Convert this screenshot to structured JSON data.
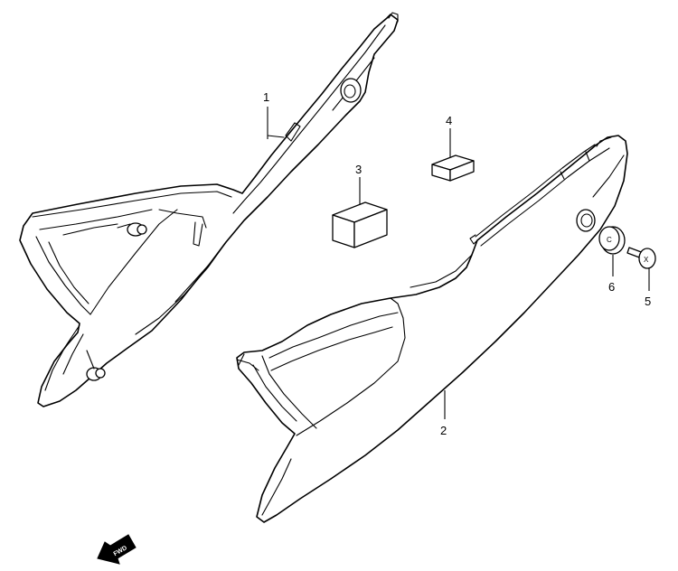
{
  "callouts": [
    {
      "id": "1",
      "label": "1"
    },
    {
      "id": "2",
      "label": "2"
    },
    {
      "id": "3",
      "label": "3"
    },
    {
      "id": "4",
      "label": "4"
    },
    {
      "id": "5",
      "label": "5"
    },
    {
      "id": "6",
      "label": "6"
    }
  ],
  "marks": {
    "grommet_letter": "C",
    "screw_letter": "X"
  },
  "badge": {
    "fwd_label": "FWD"
  }
}
